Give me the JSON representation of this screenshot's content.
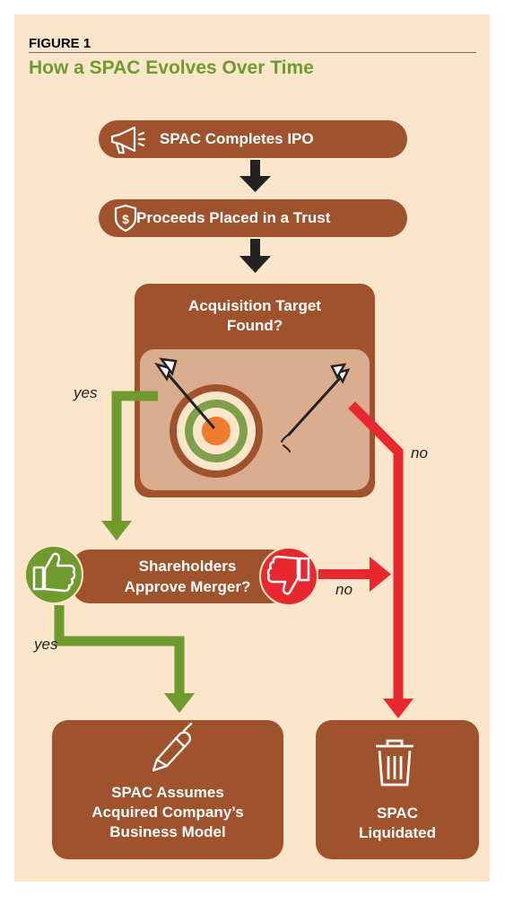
{
  "figure": {
    "label": "FIGURE 1",
    "title": "How a SPAC Evolves Over Time"
  },
  "steps": {
    "ipo": "SPAC Completes IPO",
    "trust": "Proceeds Placed in a Trust",
    "target_line1": "Acquisition Target",
    "target_line2": "Found?",
    "approve_line1": "Shareholders",
    "approve_line2": "Approve Merger?",
    "assume_line1": "SPAC Assumes",
    "assume_line2": "Acquired Company’s",
    "assume_line3": "Business Model",
    "liquidated_line1": "SPAC",
    "liquidated_line2": "Liquidated"
  },
  "branches": {
    "target_yes": "yes",
    "target_no": "no",
    "approve_yes": "yes",
    "approve_no": "no"
  },
  "icons": {
    "ipo": "megaphone-icon",
    "trust": "shield-dollar-icon",
    "target": "target-darts-icon",
    "approve": "thumbs-up-icon",
    "reject": "thumbs-down-icon",
    "assume": "pen-icon",
    "liquidated": "trash-icon"
  },
  "colors": {
    "background": "#fbe6cc",
    "box": "#a0522d",
    "inner_panel": "#d9ad8e",
    "yes_arrow": "#6e9a2e",
    "no_arrow": "#e8282e",
    "flow_arrow": "#222222",
    "title": "#6e9a2e"
  }
}
